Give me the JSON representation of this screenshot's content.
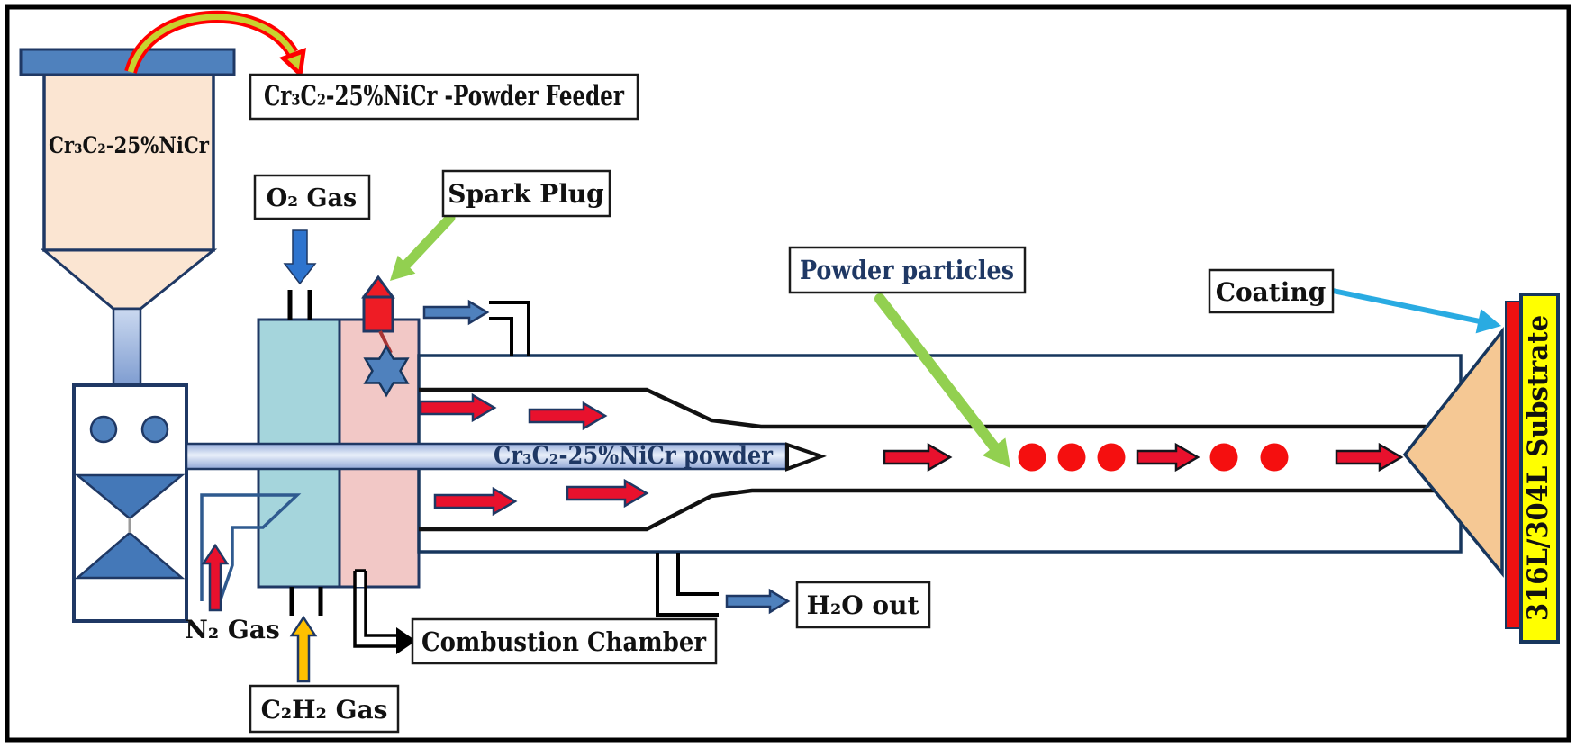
{
  "diagram": {
    "title_hint": "HVOF thermal spray coating process schematic",
    "labels": {
      "powder_feeder": "Cr₃C₂-25%NiCr -Powder Feeder",
      "hopper_contents": "Cr₃C₂-25%NiCr",
      "o2_gas": "O₂ Gas",
      "spark_plug": "Spark Plug",
      "powder_particles": "Powder particles",
      "coating": "Coating",
      "substrate": "316L/304L Substrate",
      "powder_stream": "Cr₃C₂-25%NiCr powder",
      "n2_gas": "N₂ Gas",
      "c2h2_gas": "C₂H₂ Gas",
      "combustion_chamber": "Combustion Chamber",
      "h2o_out": "H₂O out"
    },
    "colors": {
      "navy": "#1F3864",
      "hopper_cream": "#FBE5D2",
      "lid_blue": "#4F81BD",
      "oxygen_block_cyan": "#A5D5DC",
      "fuel_block_pink": "#F2C8C6",
      "spark_red": "#EE1C25",
      "flame_arrow_red": "#E8112D",
      "water_arrow_blue": "#4F81BD",
      "o2_arrow_blue": "#2E74CE",
      "n2_arrow_red": "#E8112D",
      "c2h2_arrow_gold": "#FFC000",
      "green_arrow": "#92D050",
      "coating_pointer_cyan": "#29ABE2",
      "spray_cone_peach": "#F5C894",
      "coating_layer_red": "#EE1111",
      "substrate_yellow": "#FFFF00",
      "particle_red": "#F50F0F",
      "curved_arrow_outer_red": "#FF0000",
      "curved_arrow_inner_yellowgreen": "#C8D22F"
    }
  }
}
